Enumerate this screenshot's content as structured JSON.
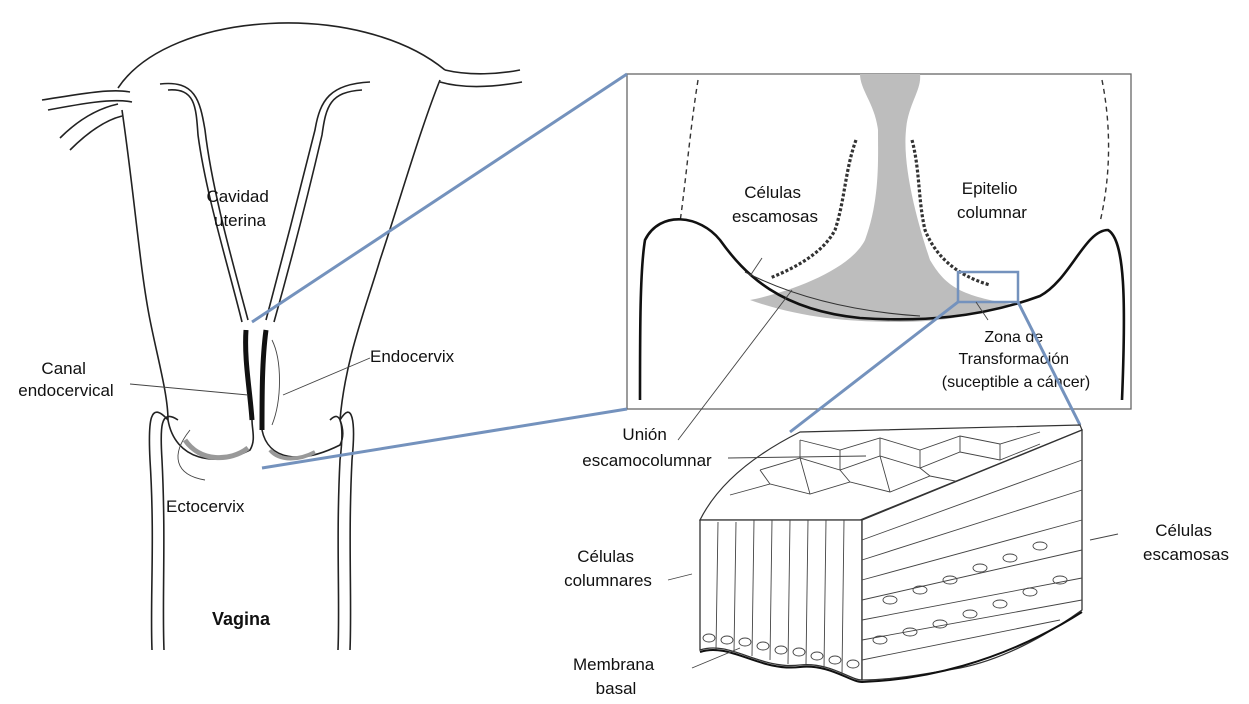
{
  "labels": {
    "uterine_cavity": [
      "Cavidad",
      "uterina"
    ],
    "endocervical_canal": [
      "Canal",
      "endocervical"
    ],
    "endocervix": "Endocervix",
    "ectocervix": "Ectocervix",
    "vagina": "Vagina",
    "squamous_cells_top": [
      "Células",
      "escamosas"
    ],
    "columnar_epithelium": [
      "Epitelio",
      "columnar"
    ],
    "transformation_zone": [
      "Zona de",
      "Transformación",
      "(suceptible a cáncer)"
    ],
    "squamocolumnar_junction": [
      "Unión",
      "escamocolumnar"
    ],
    "columnar_cells": [
      "Células",
      "columnares"
    ],
    "squamous_cells_bottom": [
      "Células",
      "escamosas"
    ],
    "basal_membrane": [
      "Membrana",
      "basal"
    ]
  },
  "colors": {
    "callout_blue": "#7492bd",
    "mucosa_gray": "#bdbdbd",
    "ink": "#222222"
  }
}
